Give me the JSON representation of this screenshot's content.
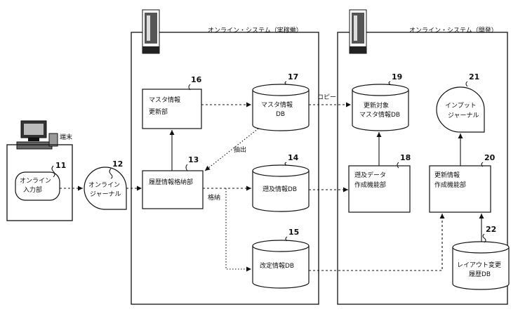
{
  "systems": {
    "production_title": "オンライン・システム（実稼働）",
    "development_title": "オンライン・システム（開発）"
  },
  "terminal": {
    "label": "端末"
  },
  "nodes": {
    "n11": {
      "num": "11",
      "line1": "オンライン",
      "line2": "入力部"
    },
    "n12": {
      "num": "12",
      "line1": "オンライン",
      "line2": "ジャーナル"
    },
    "n13": {
      "num": "13",
      "line1": "履歴情報格納部"
    },
    "n14": {
      "num": "14",
      "line1": "遡及情報DB"
    },
    "n15": {
      "num": "15",
      "line1": "改定情報DB"
    },
    "n16": {
      "num": "16",
      "line1": "マスタ情報",
      "line2": "更新部"
    },
    "n17": {
      "num": "17",
      "line1": "マスタ情報",
      "line2": "DB"
    },
    "n18": {
      "num": "18",
      "line1": "遡及データ",
      "line2": "作成機能部"
    },
    "n19": {
      "num": "19",
      "line1": "更新対象",
      "line2": "マスタ情報DB"
    },
    "n20": {
      "num": "20",
      "line1": "更新情報",
      "line2": "作成機能部"
    },
    "n21": {
      "num": "21",
      "line1": "インプット",
      "line2": "ジャーナル"
    },
    "n22": {
      "num": "22",
      "line1": "レイアウト変更",
      "line2": "履歴DB"
    }
  },
  "edge_labels": {
    "copy": "コピー",
    "extract": "抽出",
    "store": "格納"
  }
}
